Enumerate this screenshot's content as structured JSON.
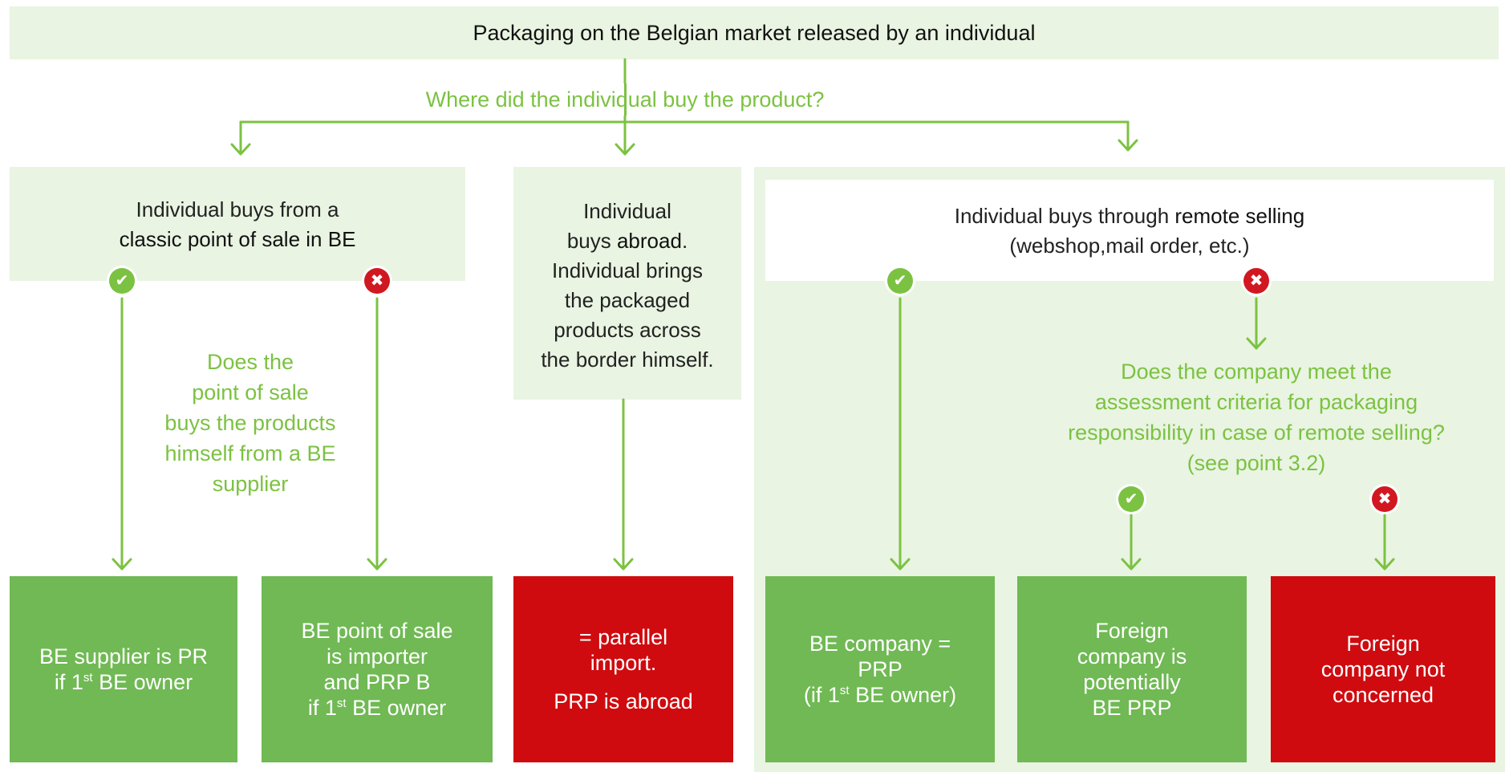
{
  "title": "Packaging on the Belgian market released by an individual",
  "question_main": "Where did the individual buy the product?",
  "col1": {
    "heading_line1": "Individual buys from a",
    "heading_line2": "classic point of sale in BE",
    "question_lines": [
      "Does the",
      "point of sale",
      "buys the products",
      "himself from a BE",
      "supplier"
    ],
    "result_yes": {
      "line1": "BE supplier is PR",
      "line2_pre": "if 1",
      "line2_sup": "st",
      "line2_post": " BE owner"
    },
    "result_no": {
      "line1": "BE point of sale",
      "line2": "is importer",
      "line3": "and PRP B",
      "line4_pre": "if 1",
      "line4_sup": "st",
      "line4_post": " BE owner"
    }
  },
  "col2": {
    "text_l1": "Individual",
    "text_l2_pre": "buys ",
    "text_l2_bold": "abroad",
    "text_l2_post": ".",
    "text_rest": [
      "Individual brings",
      "the packaged",
      "products across",
      "the border himself."
    ],
    "result": {
      "line1": "= parallel",
      "line2": "import.",
      "line3": "PRP is abroad"
    }
  },
  "col3": {
    "heading_pre": "Individual buys through ",
    "heading_bold": "remote selling",
    "heading_line2": "(webshop,mail order, etc.)",
    "question_lines": [
      "Does the company meet the",
      "assessment criteria for packaging",
      "responsibility in case of remote selling?",
      "(see point 3.2)"
    ],
    "result_be": {
      "line1": "BE company =",
      "line2": "PRP",
      "line3_pre": "(if 1",
      "line3_sup": "st",
      "line3_post": " BE owner)"
    },
    "result_foreign_yes": {
      "line1": "Foreign",
      "line2": "company is",
      "line3": "potentially",
      "line4": "BE PRP"
    },
    "result_foreign_no": {
      "line1": "Foreign",
      "line2": "company not",
      "line3": "concerned"
    }
  },
  "icons": {
    "yes": "check-icon",
    "no": "cross-icon"
  },
  "colors": {
    "accent_green": "#7cc242",
    "box_green": "#70b954",
    "box_red": "#cf0b0f",
    "light_green": "#e9f4e2"
  }
}
